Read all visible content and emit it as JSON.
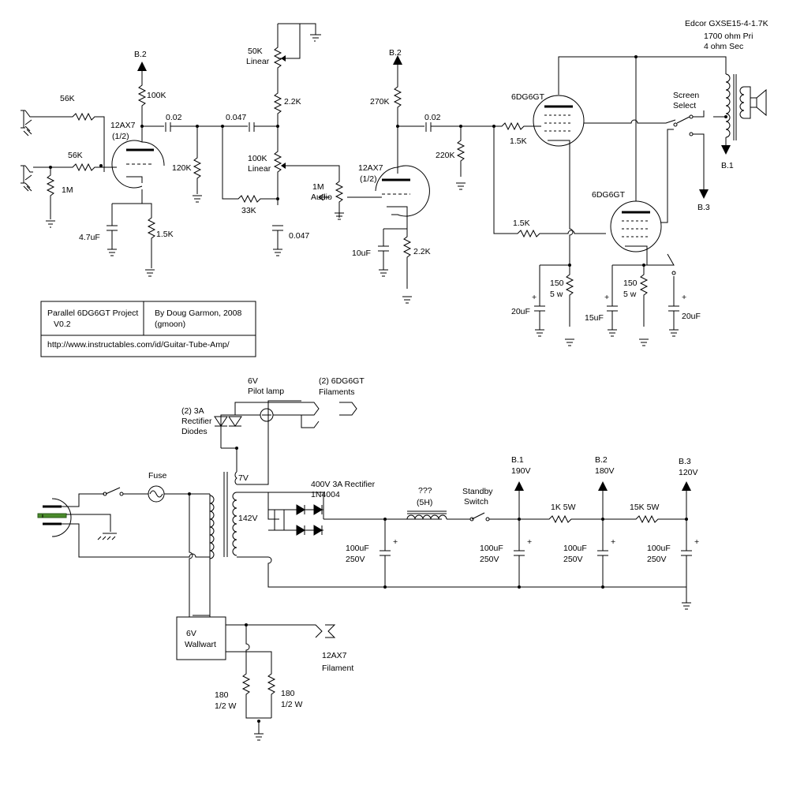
{
  "transformer": {
    "model": "Edcor GXSE15-4-1.7K",
    "primary": "1700 ohm  Pri",
    "secondary": "4 ohm Sec"
  },
  "title_block": {
    "project": "Parallel 6DG6GT Project",
    "version": "V0.2",
    "author": "By Doug Garmon, 2008",
    "nick": "(gmoon)",
    "url": "http://www.instructables.com/id/Guitar-Tube-Amp/"
  },
  "labels": {
    "b2_a": "B.2",
    "b2_b": "B.2",
    "b1_out": "B.1",
    "b3_out": "B.3",
    "r56k_a": "56K",
    "r56k_b": "56K",
    "r1m": "1M",
    "r100k": "100K",
    "tube1": "12AX7",
    "tube1_half": "(1/2)",
    "c002_a": "0.02",
    "c0047_a": "0.047",
    "r120k": "120K",
    "r50k": "50K",
    "r50k_2": "Linear",
    "r22k_a": "2.2K",
    "pot100k": "100K",
    "pot100k_2": "Linear",
    "r33k": "33K",
    "c0047_b": "0.047",
    "c47uf": "4.7uF",
    "r15k_a": "1.5K",
    "pot1m": "1M",
    "pot1m_2": "Audio",
    "r270k": "270K",
    "c002_b": "0.02",
    "r220k": "220K",
    "tube2": "12AX7",
    "tube2_half": "(1/2)",
    "c10uf": "10uF",
    "r22k_b": "2.2K",
    "pwr_tube_a": "6DG6GT",
    "pwr_tube_b": "6DG6GT",
    "r15k_g1": "1.5K",
    "r15k_g2": "1.5K",
    "screen_sel_1": "Screen",
    "screen_sel_2": "Select",
    "r150_a": "150",
    "r150_a2": "5 w",
    "r150_b": "150",
    "r150_b2": "5 w",
    "c20uf_a": "20uF",
    "c15uf": "15uF",
    "c20uf_b": "20uF",
    "pilot_1": "6V",
    "pilot_2": "Pilot lamp",
    "fil_1": "(2) 6DG6GT",
    "fil_2": "Filaments",
    "diodes_1": "(2) 3A",
    "diodes_2": "Rectifier",
    "diodes_3": "Diodes",
    "fuse": "Fuse",
    "v7": "7V",
    "v142": "142V",
    "rect_1": "400V 3A Rectifier",
    "rect_2": "1N4004",
    "choke_1": "???",
    "choke_2": "(5H)",
    "standby_1": "Standby",
    "standby_2": "Switch",
    "b1": "B.1",
    "b1_v": "190V",
    "b2": "B.2",
    "b2_v": "180V",
    "b3": "B.3",
    "b3_v": "120V",
    "r1k": "1K 5W",
    "r15k": "15K 5W",
    "cap100_a1": "100uF",
    "cap100_a2": "250V",
    "cap100_b1": "100uF",
    "cap100_b2": "250V",
    "cap100_c1": "100uF",
    "cap100_c2": "250V",
    "cap100_d1": "100uF",
    "cap100_d2": "250V",
    "wallwart_1": "6V",
    "wallwart_2": "Wallwart",
    "fil12_1": "12AX7",
    "fil12_2": "Filament",
    "r180_a": "180",
    "r180_a2": "1/2 W",
    "r180_b": "180",
    "r180_b2": "1/2 W",
    "plus": "+"
  }
}
